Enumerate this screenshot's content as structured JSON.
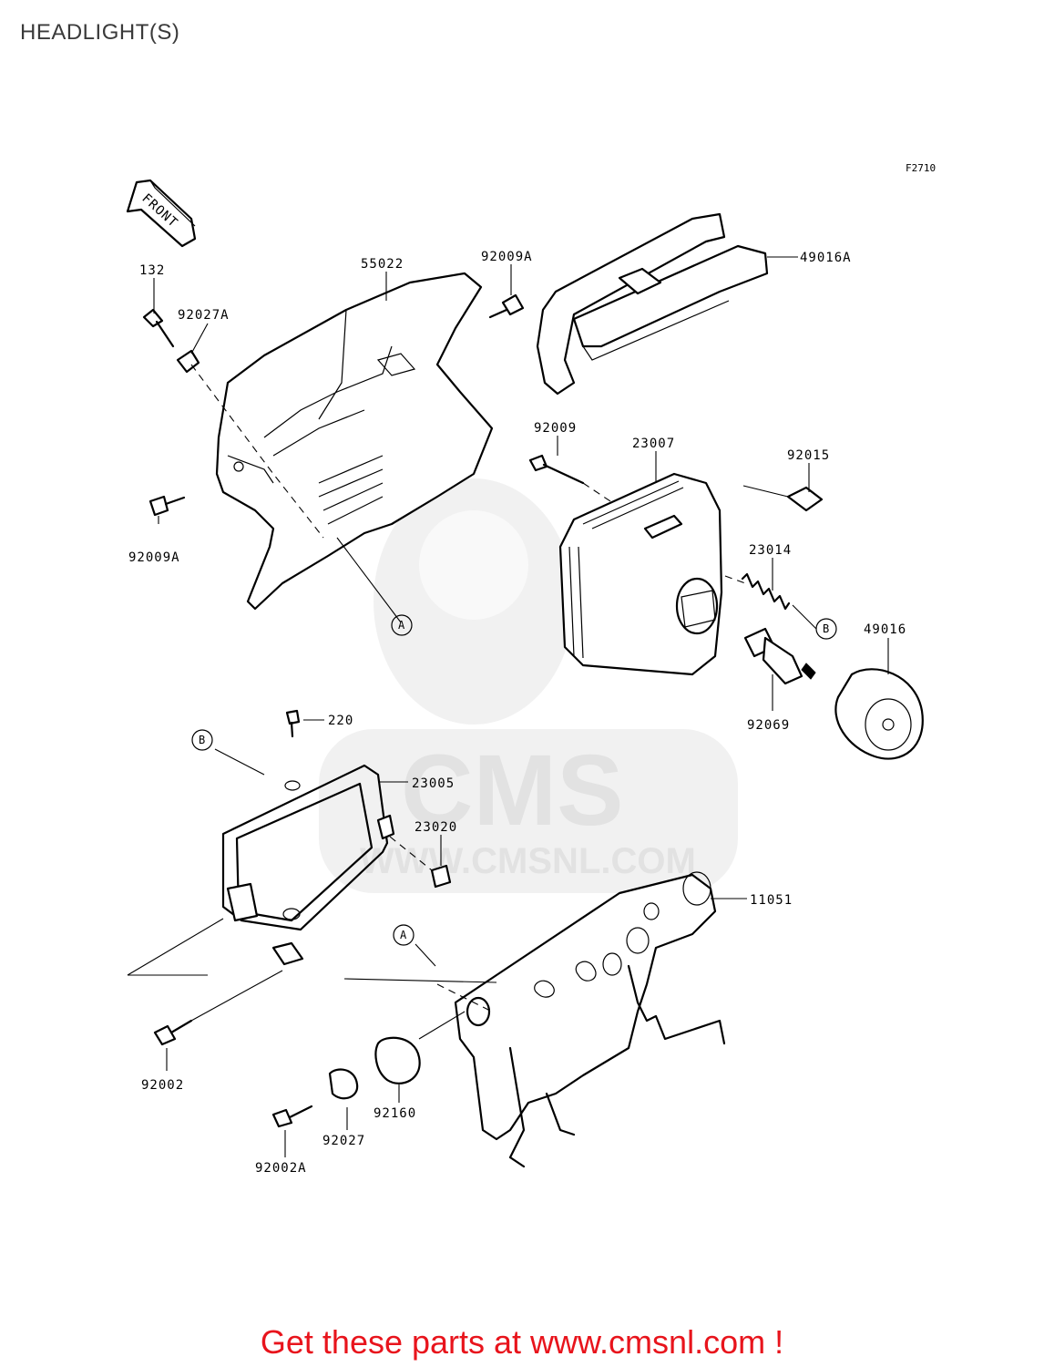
{
  "page": {
    "title": "HEADLIGHT(S)",
    "figure_code": "F2710",
    "front_arrow_label": "FRONT",
    "watermark": {
      "brand": "CMS",
      "url": "WWW.CMSNL.COM"
    },
    "promo_text": "Get these parts at www.cmsnl.com !"
  },
  "callouts": {
    "p132": "132",
    "p55022": "55022",
    "p92009A_top": "92009A",
    "p49016A": "49016A",
    "p92027A": "92027A",
    "p92009A_left": "92009A",
    "p92009": "92009",
    "p23007": "23007",
    "p92015": "92015",
    "p23014": "23014",
    "p49016": "49016",
    "p92069": "92069",
    "p220": "220",
    "p23005": "23005",
    "p23020": "23020",
    "p11051": "11051",
    "p92002": "92002",
    "p92027": "92027",
    "p92160": "92160",
    "p92002A": "92002A"
  },
  "reference_marks": {
    "a_upper": "A",
    "a_lower": "A",
    "b_right": "B",
    "b_left": "B"
  }
}
